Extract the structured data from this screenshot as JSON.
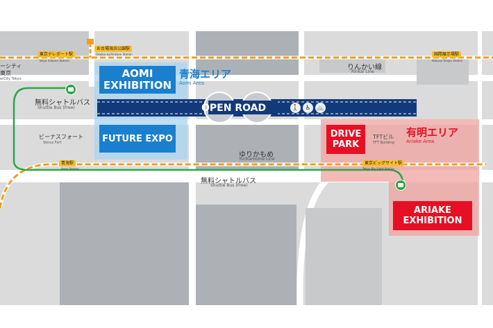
{
  "map": {
    "colors": {
      "background": "#ffffff",
      "land": "#dbdbdb",
      "building": "#adb1b5",
      "road": "#ffffff",
      "rail_line": "#f39c1e",
      "bus_route": "#2aa845",
      "aomi_area": "#a9d4f0",
      "ariake_area": "#f0a3a0",
      "aomi_block": "#1a7fce",
      "ariake_block": "#e60f23",
      "open_road": "#123a7a"
    },
    "stations": {
      "telecom": {
        "jp": "東京テレポート駅",
        "en": "Tokyo Teleport Station"
      },
      "odaiba_park": {
        "jp": "お台場海浜公園駅",
        "en": "Odaiba-kaihinkoen Station"
      },
      "kokusai": {
        "jp": "国際展示場駅",
        "en": "Kokusai-Tenjijo Station"
      },
      "aomi": {
        "jp": "青海駅",
        "en": "Aomi Station"
      },
      "bigsight": {
        "jp": "東京ビッグサイト駅",
        "en": "Tokyo Big Sight Station"
      }
    },
    "labels": {
      "city_tokyo_jp": "ーシティ",
      "city_tokyo_jp2": "東京",
      "city_tokyo_en": "erCity Tokyo",
      "rinkai_jp": "りんかい線",
      "rinkai_en": "Rinkai Line",
      "shuttle_top_jp": "無料シャトルバス",
      "shuttle_top_en": "Shuttle Bus (Free)",
      "venus_jp": "ビーナスフォート",
      "venus_en": "Venus Fort",
      "yurikamome_jp": "ゆりかもめ",
      "yurikamome_en": "Yurikamome Line",
      "shuttle_bottom_jp": "無料シャトルバス",
      "shuttle_bottom_en": "Shuttle Bus (Free)",
      "tft_jp": "TFTビル",
      "tft_en": "TFT Building"
    },
    "areas": {
      "aomi": {
        "jp": "青海エリア",
        "en": "Aomi Area"
      },
      "ariake": {
        "jp": "有明エリア",
        "en": "Ariake Area"
      }
    },
    "venues": {
      "aomi_exhibition": [
        "AOMI",
        "EXHIBITION"
      ],
      "future_expo": "FUTURE EXPO",
      "drive_park": [
        "DRIVE",
        "PARK"
      ],
      "ariake_exhibition": [
        "ARIAKE",
        "EXHIBITION"
      ],
      "open_road": "OPEN ROAD"
    },
    "icons": [
      "walking-person-icon",
      "wheelchair-icon",
      "bicycle-icon",
      "bus-icon"
    ]
  }
}
